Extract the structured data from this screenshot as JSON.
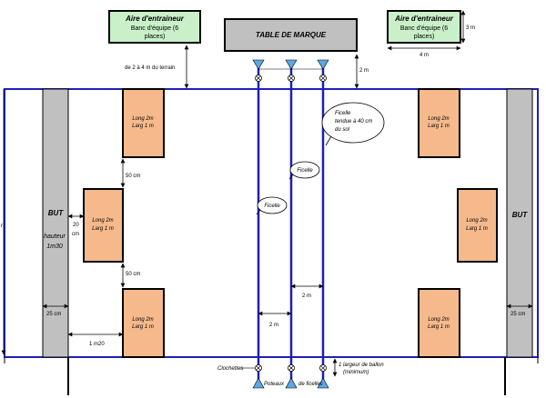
{
  "coach_area_left": {
    "title": "Aire d'entraineur",
    "line1": "Banc d'équipe (6",
    "line2": "places)"
  },
  "coach_area_right": {
    "title": "Aire d'entraineur",
    "line1": "Banc d'équipe (6",
    "line2": "places)"
  },
  "scoreboard_label": "TABLE DE MARQUE",
  "dims": {
    "distance_from_field": "de 2 à 4 m du terrain",
    "bench_height": "3 m",
    "bench_width": "4 m",
    "table_gap": "2 m",
    "obstacle_gap_top": "50 cm",
    "obstacle_gap_bottom": "50 cm",
    "obstacle_gap_side": "20",
    "obstacle_gap_side_unit": "cm",
    "goal_gap_left": "25 cm",
    "goal_gap_right": "25 cm",
    "obstacle_offset": "1 m20",
    "line_gap_a": "2 m",
    "line_gap_b": "2 m",
    "ball_width_line1": "1 largeur de ballon",
    "ball_width_line2": "(minimum)",
    "height_marker": "r"
  },
  "goals": {
    "left_label": "BUT",
    "left_height_line1": "hauteur",
    "left_height_line2": "1m30",
    "right_label": "BUT"
  },
  "obstacles": {
    "line1": "Long 2m",
    "line2": "Larg 1 m"
  },
  "callouts": {
    "string_high_line1": "Ficelle",
    "string_high_line2": "tendue à 40 cm",
    "string_high_line3": "du sol",
    "string_mid": "Ficelle",
    "string_low": "Ficelle"
  },
  "bottom_labels": {
    "bells": "Clochettes",
    "posts_left": "Poteaux",
    "posts_right": "de ficelles"
  },
  "colors": {
    "field_border": "#1f1fb4",
    "goal_fill": "#c0c0c0",
    "obstacle_fill": "#f5b98c",
    "bench_fill": "#c9f0c9",
    "table_fill": "#c0c0c0",
    "post_fill": "#5aa9e6"
  }
}
